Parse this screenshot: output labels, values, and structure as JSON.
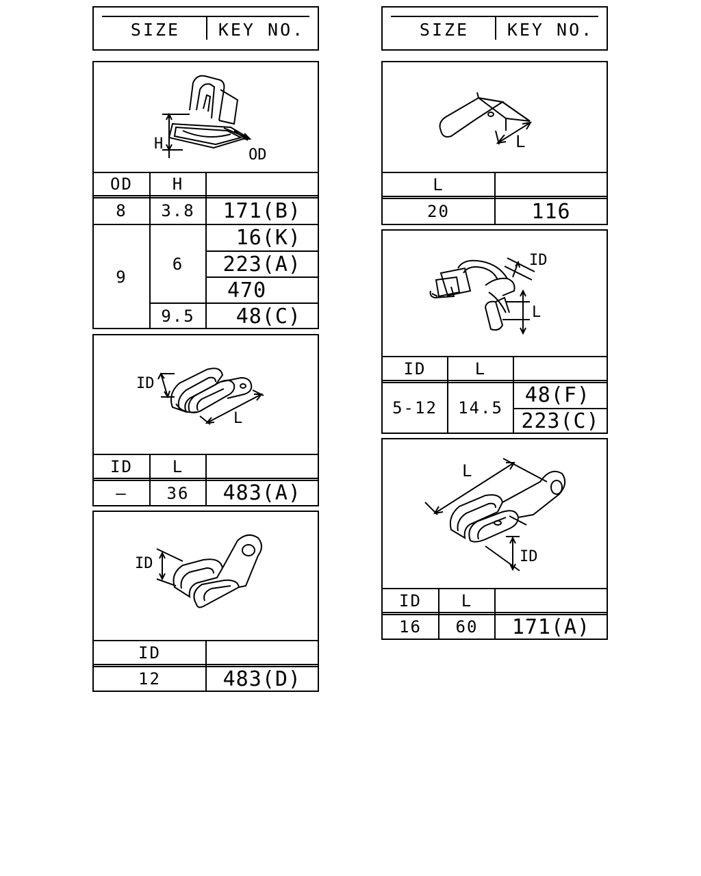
{
  "left_header": {
    "size": "SIZE",
    "key_no": "KEY NO."
  },
  "right_header": {
    "size": "SIZE",
    "key_no": "KEY NO."
  },
  "clip_nut": {
    "dim_h": "H",
    "dim_od": "OD",
    "col_od": "OD",
    "col_h": "H",
    "rows": [
      {
        "od": "8",
        "h": "3.8",
        "key": "171(B)"
      },
      {
        "od": "9",
        "h": "6",
        "keys": [
          "16(K)",
          "223(A)",
          "470"
        ]
      },
      {
        "h": "9.5",
        "key": "48(C)"
      }
    ]
  },
  "double_clamp_tab": {
    "dim_id": "ID",
    "dim_l": "L",
    "col_id": "ID",
    "col_l": "L",
    "row": {
      "id": "—",
      "l": "36",
      "key": "483(A)"
    }
  },
  "double_clamp_eye": {
    "dim_id": "ID",
    "col_id": "ID",
    "row": {
      "id": "12",
      "key": "483(D)"
    }
  },
  "bracket": {
    "dim_l": "L",
    "col_l": "L",
    "row": {
      "l": "20",
      "key": "116"
    }
  },
  "hose_clip": {
    "dim_id": "ID",
    "dim_l": "L",
    "col_id": "ID",
    "col_l": "L",
    "row": {
      "id": "5-12",
      "l": "14.5",
      "keys": [
        "48(F)",
        "223(C)"
      ]
    }
  },
  "double_clamp_long": {
    "dim_id": "ID",
    "dim_l": "L",
    "col_id": "ID",
    "col_l": "L",
    "row": {
      "id": "16",
      "l": "60",
      "key": "171(A)"
    }
  }
}
